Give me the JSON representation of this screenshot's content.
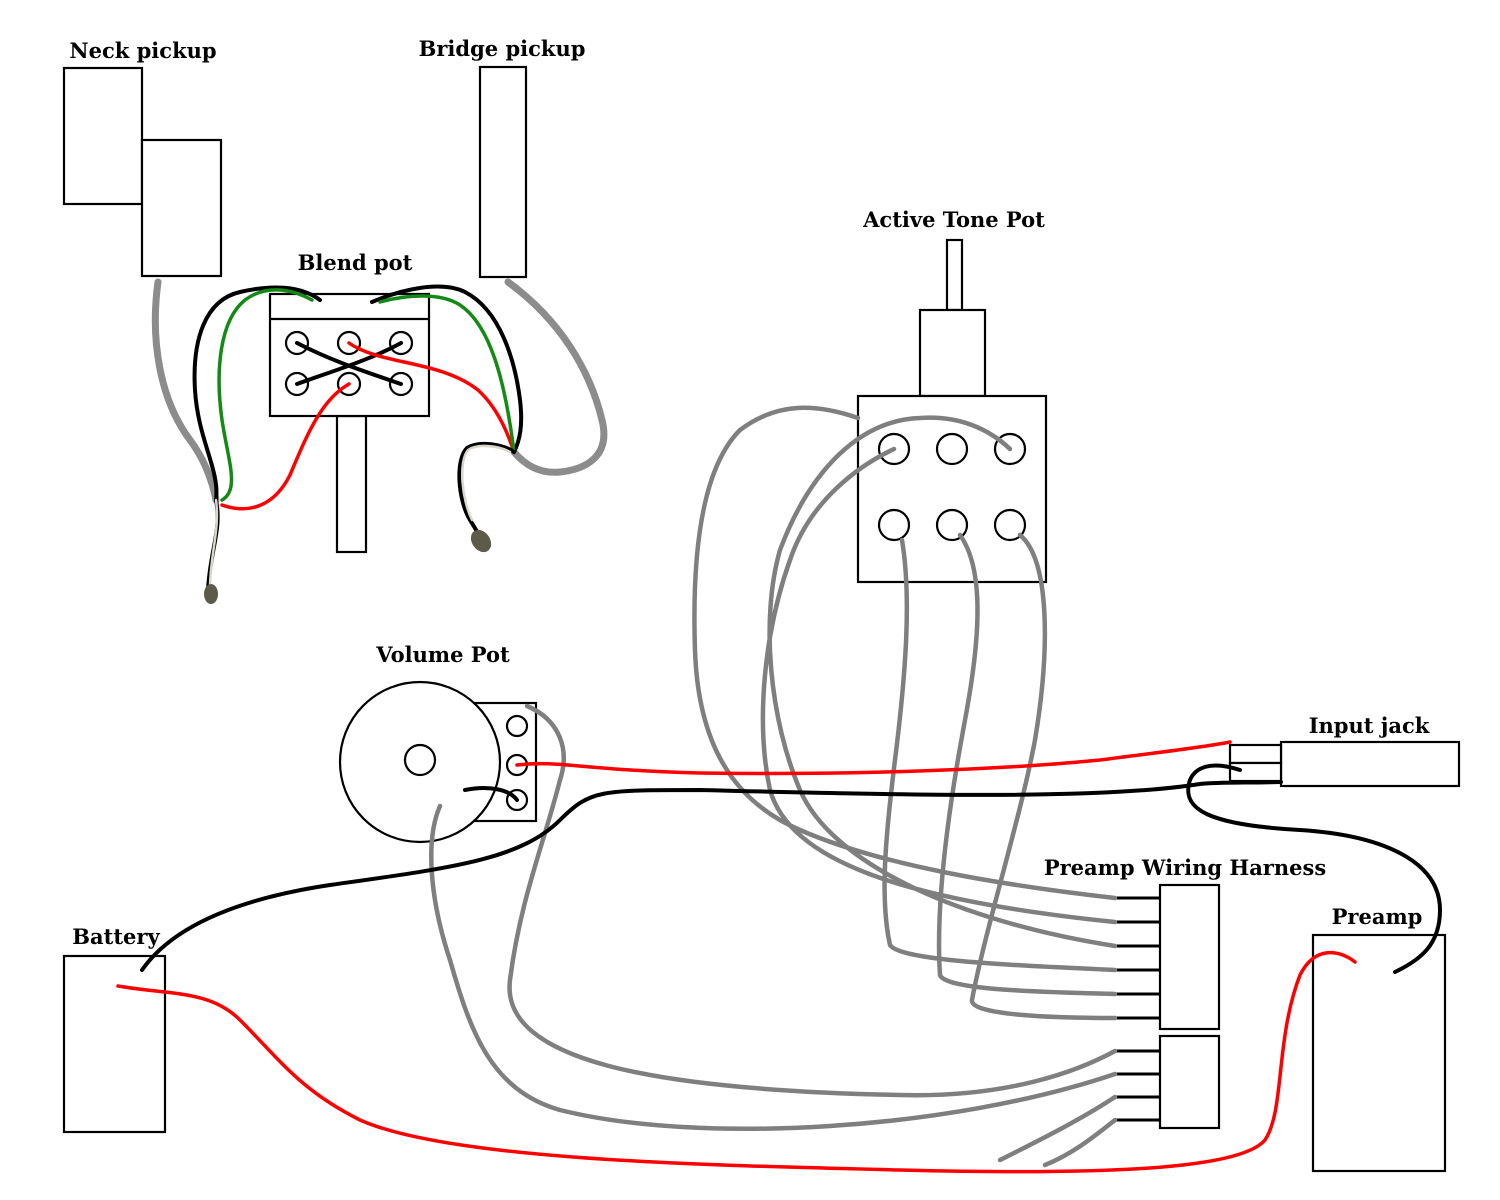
{
  "labels": {
    "neck_pickup": "Neck pickup",
    "bridge_pickup": "Bridge pickup",
    "blend_pot": "Blend pot",
    "active_tone_pot": "Active Tone Pot",
    "volume_pot": "Volume Pot",
    "input_jack": "Input jack",
    "preamp_wiring_harness": "Preamp Wiring Harness",
    "battery": "Battery",
    "preamp": "Preamp"
  },
  "colors": {
    "wire_gray": "#7f7f7f",
    "wire_black": "#000000",
    "wire_red": "#ff0000",
    "wire_green": "#138a13",
    "outline": "#000000",
    "background": "#ffffff"
  }
}
